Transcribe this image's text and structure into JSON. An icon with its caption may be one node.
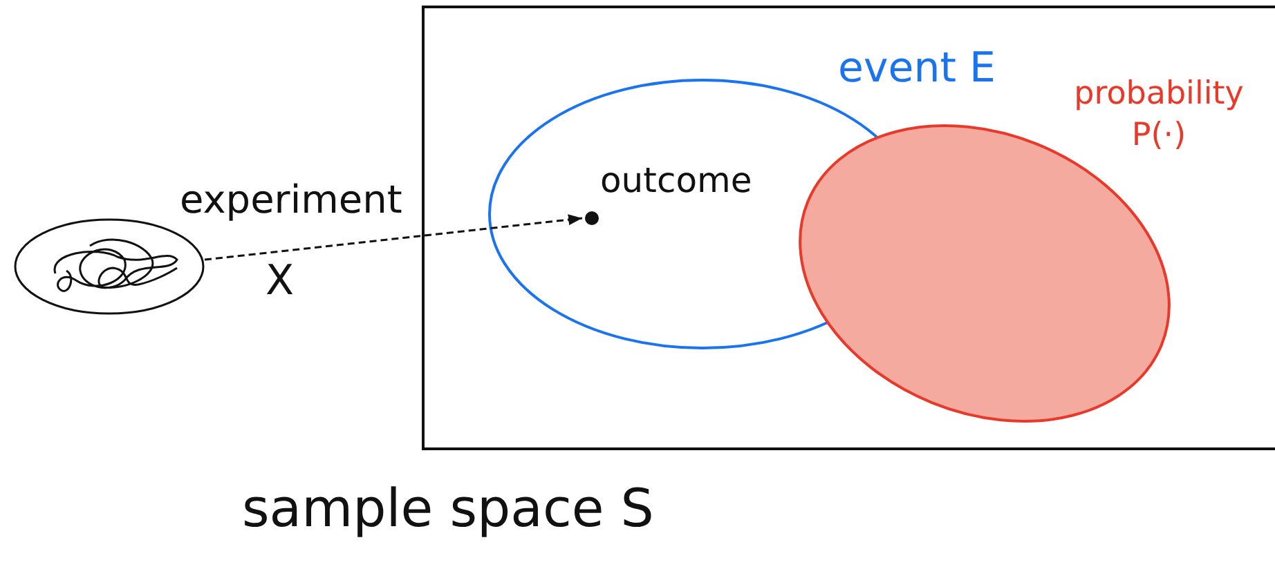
{
  "diagram": {
    "nodes": [
      {
        "text": [
          "sample space S"
        ]
      },
      {
        "text": [
          "event E"
        ],
        "in": 0
      },
      {
        "text": [
          "probability P(·)"
        ],
        "in": 0
      },
      {
        "text": [],
        "shape": "picture"
      },
      {
        "text": [
          "outcome"
        ],
        "in": 1
      }
    ],
    "edges": [
      {
        "from": 3,
        "to": 4,
        "arrow": "to",
        "label": "experiment",
        "style": "dashed"
      }
    ],
    "labels": [
      "X"
    ]
  }
}
